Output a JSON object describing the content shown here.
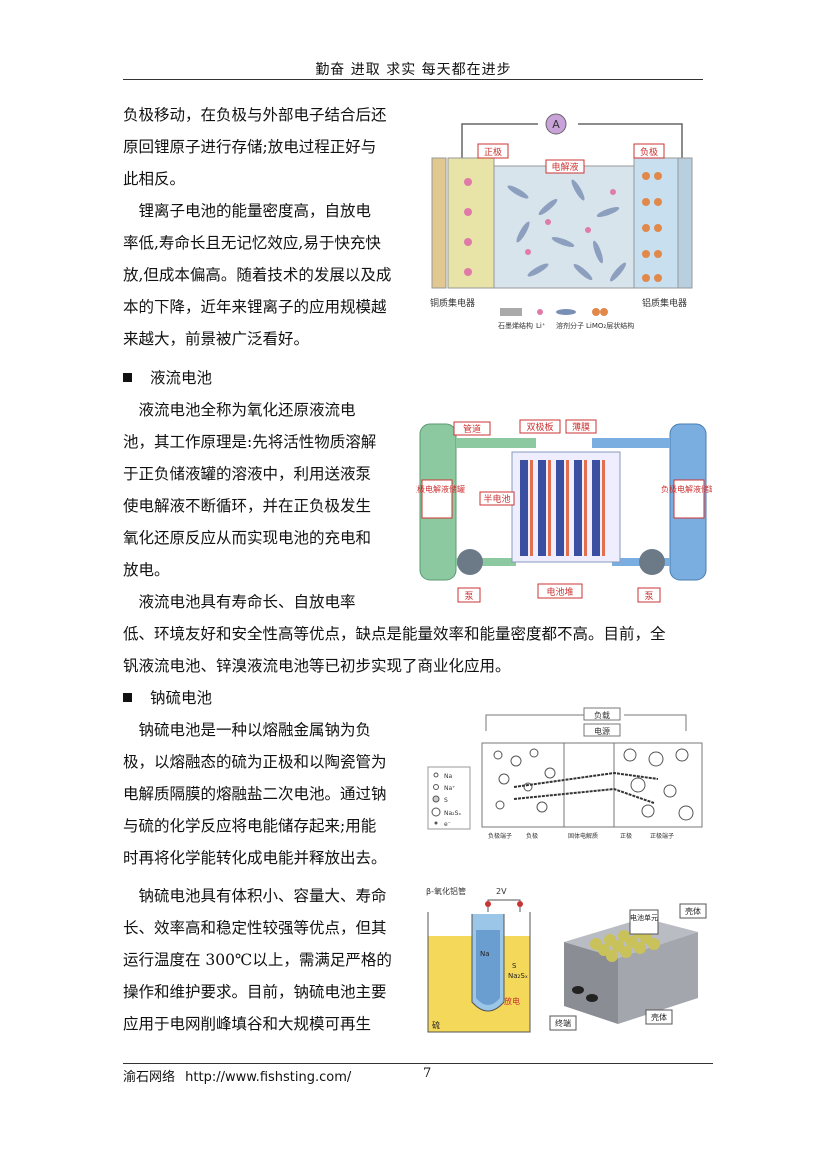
{
  "header": {
    "motto": "勤奋 进取 求实 每天都在进步"
  },
  "section_li": {
    "lines": [
      "负极移动，在负极与外部电子结合后还",
      "原回锂原子进行存储;放电过程正好与",
      "此相反。",
      "　锂离子电池的能量密度高，自放电",
      "率低,寿命长且无记忆效应,易于快充快",
      "放,但成本偏高。随着技术的发展以及成",
      "本的下降，近年来锂离子的应用规模越",
      "来越大，前景被广泛看好。"
    ],
    "figure": {
      "ammeter": "A",
      "positive": "正极",
      "electrolyte": "电解液",
      "negative": "负极",
      "cu_collector": "铜质集电器",
      "al_collector": "铝质集电器",
      "legend": [
        "石墨烯结构",
        "Li⁺",
        "溶剂分子",
        "LiMO₂层状结构"
      ]
    }
  },
  "section_flow": {
    "title": "液流电池",
    "lines": [
      "　液流电池全称为氧化还原液流电",
      "池，其工作原理是:先将活性物质溶解",
      "于正负储液罐的溶液中，利用送液泵",
      "使电解液不断循环，并在正负极发生",
      "氧化还原反应从而实现电池的充电和",
      "放电。",
      "　液流电池具有寿命长、自放电率"
    ],
    "full_lines": [
      "低、环境友好和安全性高等优点，缺点是能量效率和能量密度都不高。目前，全",
      "钒液流电池、锌溴液流电池等已初步实现了商业化应用。"
    ],
    "figure": {
      "pipe": "管道",
      "bipolar": "双极板",
      "membrane": "薄膜",
      "pos_tank": "正极电解液储罐",
      "neg_tank": "负极电解液储罐",
      "half_cell": "半电池",
      "pump_l": "泵",
      "pump_r": "泵",
      "stack": "电池堆"
    }
  },
  "section_nas": {
    "title": "钠硫电池",
    "lines": [
      "　钠硫电池是一种以熔融金属钠为负",
      "极，以熔融态的硫为正极和以陶瓷管为",
      "电解质隔膜的熔融盐二次电池。通过钠",
      "与硫的化学反应将电能储存起来;用能",
      "时再将化学能转化成电能并释放出去。",
      "　钠硫电池具有体积小、容量大、寿命",
      "长、效率高和稳定性较强等优点，但其",
      "运行温度在 300℃以上，需满足严格的",
      "操作和维护要求。目前，钠硫电池主要",
      "应用于电网削峰填谷和大规模可再生"
    ],
    "fig1": {
      "load": "负载",
      "source": "电源",
      "legend": [
        "Na",
        "Na⁺",
        "S",
        "Na₂Sₓ",
        "e⁻"
      ],
      "bottom": [
        "负极端子",
        "负极",
        "固体电解质",
        "正极",
        "正极端子"
      ]
    },
    "fig2": {
      "tube": "β-氧化铝管",
      "voltage": "2V",
      "na": "Na",
      "s": "S",
      "nasx": "Na₂Sₓ",
      "discharge": "放电",
      "sulfur": "硫"
    },
    "fig3": {
      "shell_top": "壳体",
      "cell": "电池单元",
      "terminal": "终端",
      "shell_bottom": "壳体"
    }
  },
  "footer": {
    "company": "渝石网络",
    "url": "http://www.fishsting.com/",
    "page": "7"
  }
}
